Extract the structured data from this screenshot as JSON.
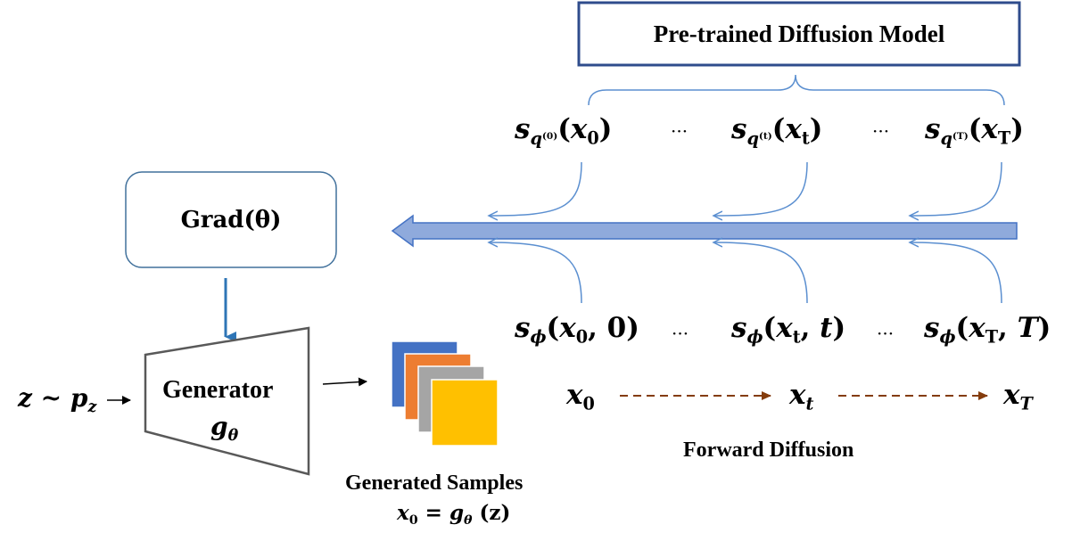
{
  "pretrained_box": {
    "label": "Pre-trained Diffusion Model"
  },
  "grad_box": {
    "label": "Grad(θ)"
  },
  "generator": {
    "title": "Generator",
    "symbol_main": "g",
    "symbol_sub": "θ"
  },
  "input": {
    "z": "z",
    "tilde": " ~ ",
    "p": "p",
    "p_sub": "z"
  },
  "samples": {
    "caption": "Generated Samples",
    "formula_x": "x",
    "formula_x_sub": "0",
    "formula_eq": " = ",
    "formula_g": "g",
    "formula_g_sub": "θ",
    "formula_arg": " (z)"
  },
  "teacher_scores": {
    "s": "s",
    "q": "q",
    "items": [
      {
        "sup": "(0)",
        "x": "x",
        "x_sub": "0"
      },
      {
        "sup": "(t)",
        "x": "x",
        "x_sub": "t"
      },
      {
        "sup": "(T)",
        "x": "x",
        "x_sub": "T"
      }
    ],
    "ellipsis": "···"
  },
  "student_scores": {
    "s": "s",
    "phi": "ϕ",
    "items": [
      {
        "x_sub": "0",
        "t": "0"
      },
      {
        "x_sub": "t",
        "t": "t"
      },
      {
        "x_sub": "T",
        "t": "T"
      }
    ],
    "x": "x",
    "ellipsis": "···"
  },
  "forward_chain": {
    "x": "x",
    "subs": [
      "0",
      "t",
      "T"
    ],
    "label": "Forward Diffusion"
  },
  "colors": {
    "box_dark": "#2f4c8c",
    "box_light": "#41719c",
    "big_arrow": "#8faadc",
    "big_arrow_border": "#4472c4",
    "curve": "#5b8fd0",
    "down_arrow": "#2e75b6",
    "dash_arrow": "#843c0c",
    "generator_stroke": "#595959",
    "sq_blue": "#4472c4",
    "sq_orange": "#ed7d31",
    "sq_gray": "#a5a5a5",
    "sq_yellow": "#ffc000"
  }
}
